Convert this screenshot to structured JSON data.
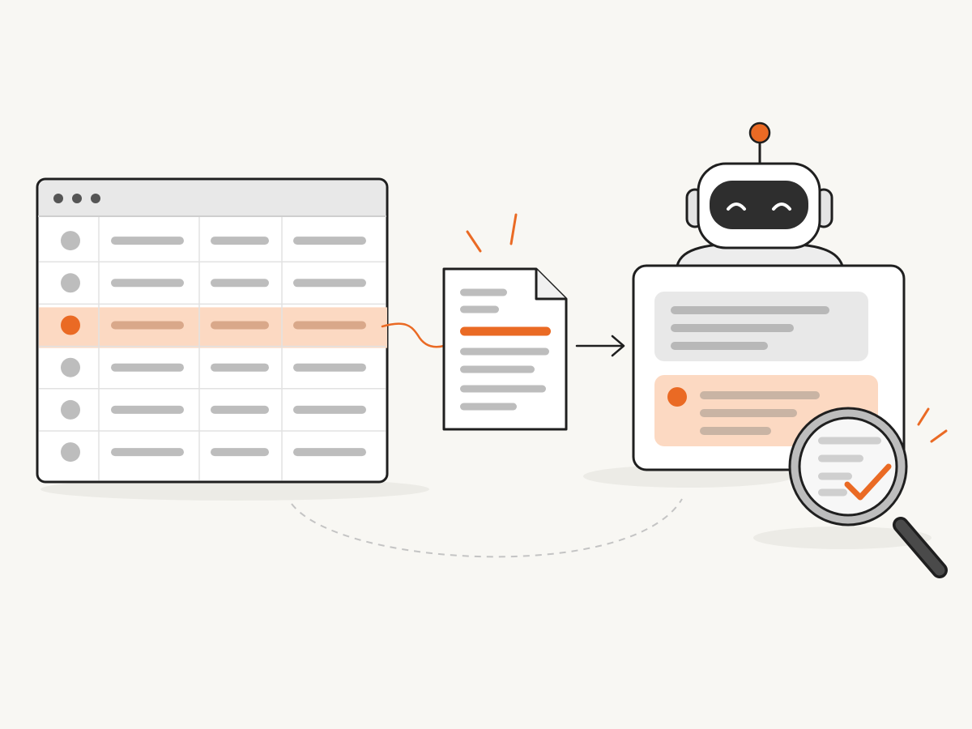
{
  "colors": {
    "background": "#f8f7f3",
    "accent": "#ea6a24",
    "accent_soft": "#fcd9c2",
    "outline": "#1f1f1f",
    "placeholder": "#bdbdbd",
    "panel_fill": "#ffffff",
    "gray_panel": "#e8e8e8",
    "robot_face": "#2e2e2e"
  },
  "table": {
    "row_count": 6,
    "column_count": 4,
    "highlighted_row": 3
  },
  "document": {
    "line_count": 7,
    "highlighted_line": 3
  },
  "answer_panel": {
    "gray_card_lines": 3,
    "highlight_card_lines": 3
  },
  "icons": {
    "window_dots": "window-control-dots-icon",
    "document": "document-icon",
    "arrow": "arrow-right-icon",
    "robot": "robot-icon",
    "magnifier": "magnifying-glass-icon",
    "check": "checkmark-icon"
  }
}
